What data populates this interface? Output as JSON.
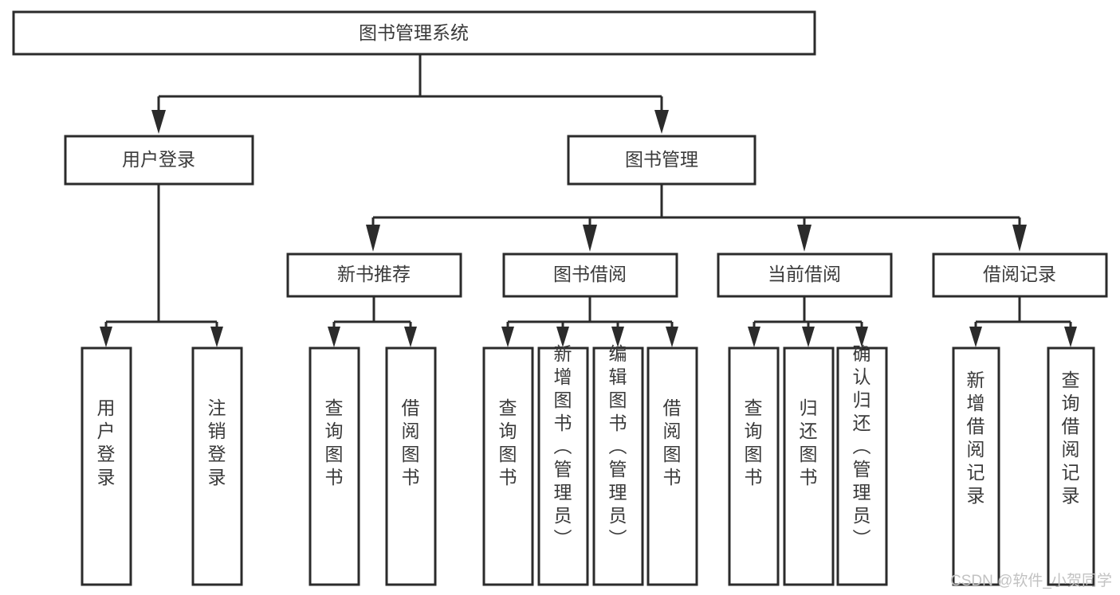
{
  "diagram": {
    "title": "图书管理系统",
    "type": "tree-hierarchy-diagram",
    "colors": {
      "box_stroke": "#2b2b2b",
      "box_fill": "#ffffff",
      "text": "#3a3a3a",
      "background": "#ffffff",
      "watermark": "#c2c2c2"
    },
    "root": {
      "label": "图书管理系统"
    },
    "level1": [
      {
        "label": "用户登录"
      },
      {
        "label": "图书管理"
      }
    ],
    "level2": [
      {
        "label": "新书推荐"
      },
      {
        "label": "图书借阅"
      },
      {
        "label": "当前借阅"
      },
      {
        "label": "借阅记录"
      }
    ],
    "leaves": {
      "user_login": [
        {
          "label": "用户登录"
        },
        {
          "label": "注销登录"
        }
      ],
      "new_book_recommend": [
        {
          "label": "查询图书"
        },
        {
          "label": "借阅图书"
        }
      ],
      "book_borrow": [
        {
          "label": "查询图书"
        },
        {
          "label": "新增图书（管理员）"
        },
        {
          "label": "编辑图书（管理员）"
        },
        {
          "label": "借阅图书"
        }
      ],
      "current_borrow": [
        {
          "label": "查询图书"
        },
        {
          "label": "归还图书"
        },
        {
          "label": "确认归还（管理员）"
        }
      ],
      "borrow_record": [
        {
          "label": "新增借阅记录"
        },
        {
          "label": "查询借阅记录"
        }
      ]
    },
    "watermark": "CSDN @软件_小贺同学"
  }
}
